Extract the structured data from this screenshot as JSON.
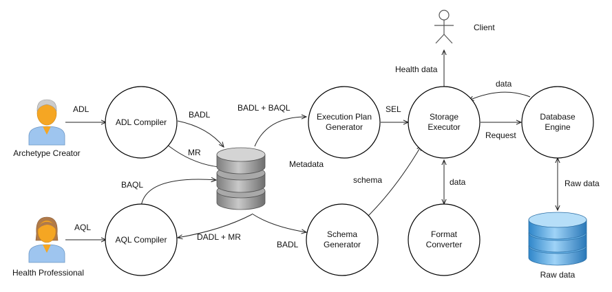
{
  "nodes": {
    "adl_compiler": "ADL Compiler",
    "aql_compiler": "AQL Compiler",
    "execution_plan_generator": [
      "Execution Plan",
      "Generator"
    ],
    "schema_generator": [
      "Schema",
      "Generator"
    ],
    "storage_executor": [
      "Storage",
      "Executor"
    ],
    "format_converter": [
      "Format",
      "Converter"
    ],
    "database_engine": [
      "Database",
      "Engine"
    ]
  },
  "actors": {
    "archetype_creator": "Archetype Creator",
    "health_professional": "Health Professional",
    "client": "Client"
  },
  "stores": {
    "metadata": "Metadata",
    "raw_data": "Raw data"
  },
  "edges": {
    "adl": "ADL",
    "aql": "AQL",
    "badl_1": "BADL",
    "mr": "MR",
    "baql": "BAQL",
    "dadl_mr": "DADL + MR",
    "badl_baql": "BADL + BAQL",
    "badl_2": "BADL",
    "sel": "SEL",
    "schema": "schema",
    "health_data": "Health data",
    "data_top": "data",
    "request": "Request",
    "data_mid": "data",
    "raw_data": "Raw data"
  },
  "colors": {
    "person_body": "#f5a623",
    "person_shirt": "#9ec5ef",
    "hair_grey": "#cccccc",
    "hair_brown": "#b07a4a",
    "db_grey": "#8f8f8f",
    "db_blue": "#4aa3e0"
  },
  "icons": {
    "archetype_creator": "person-icon",
    "health_professional": "person-icon",
    "client": "stick-figure-icon",
    "metadata": "database-icon",
    "raw_data": "database-icon"
  }
}
